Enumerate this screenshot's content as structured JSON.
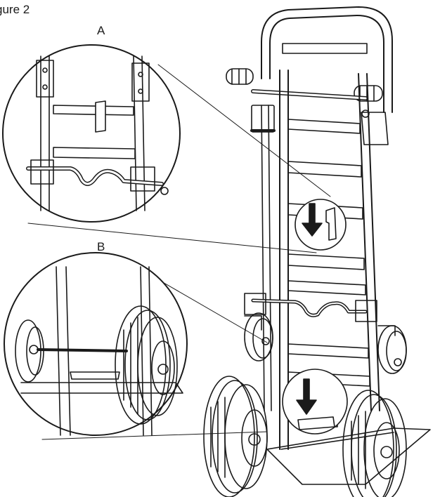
{
  "figure": {
    "title": "gure 2",
    "callouts": {
      "a": "A",
      "b": "B"
    }
  },
  "colors": {
    "ink": "#1a1a1a",
    "paper": "#ffffff",
    "shade": "#3a3a3a"
  }
}
